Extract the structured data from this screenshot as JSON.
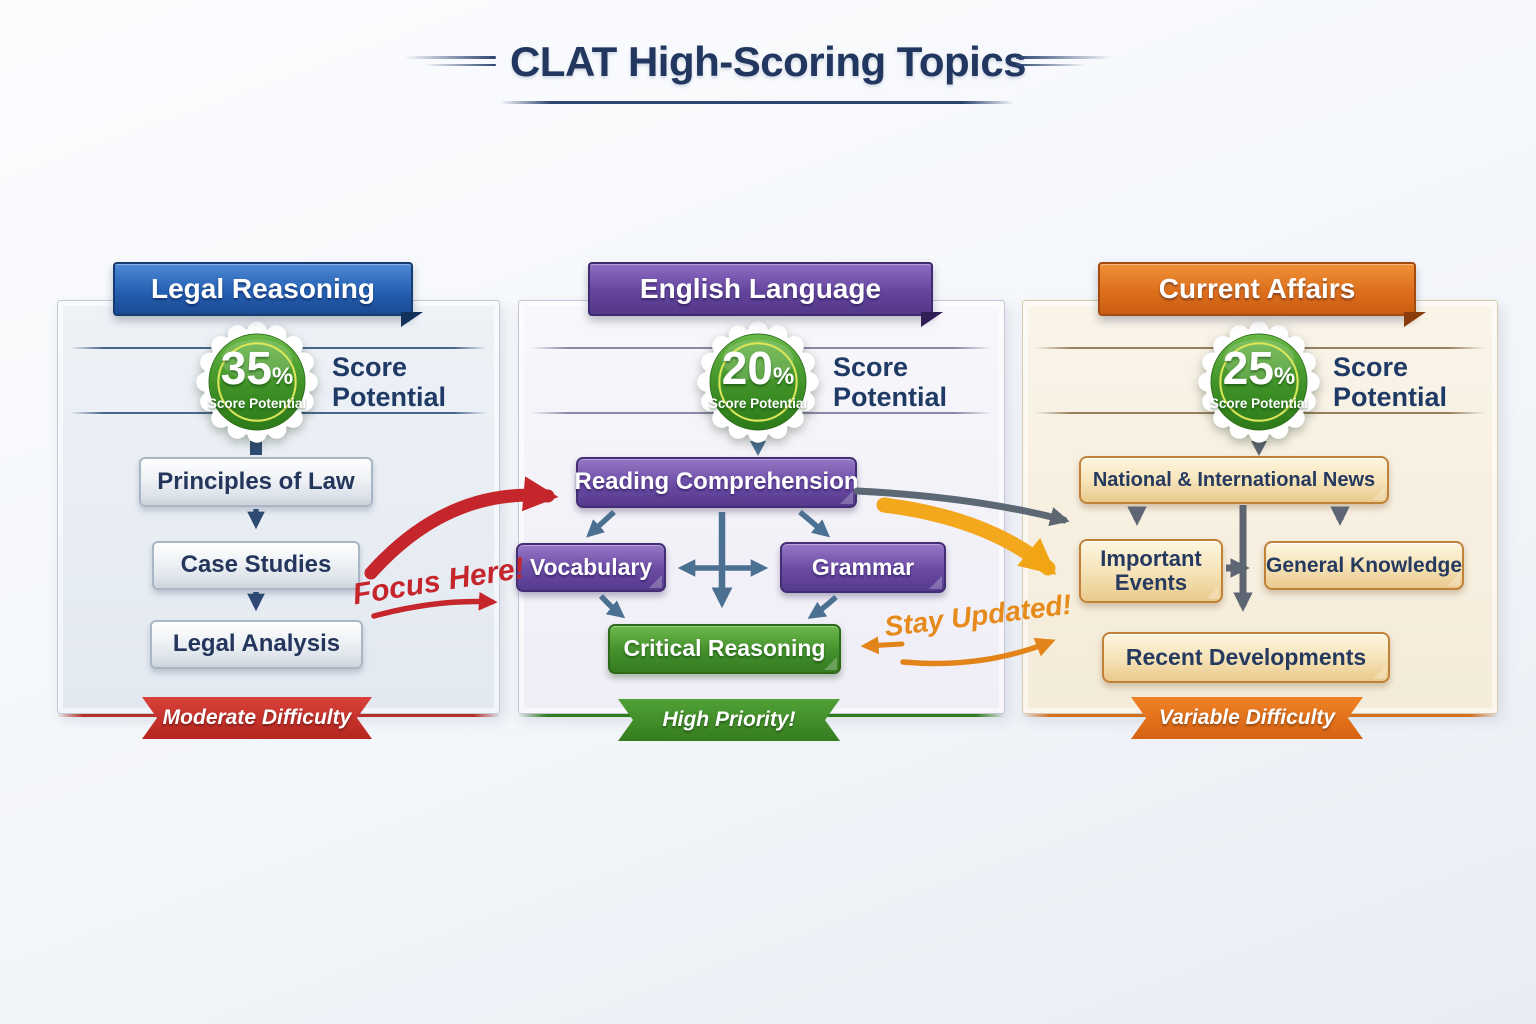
{
  "title": {
    "text": "CLAT High-Scoring Topics"
  },
  "panels": [
    {
      "name": "Legal Reasoning",
      "theme_color": "#1e4f97",
      "score_value": "35",
      "score_suffix": "%",
      "badge_caption": "Score Potential",
      "side_label_1": "Score",
      "side_label_2": "Potential",
      "boxes": [
        "Principles of Law",
        "Case Studies",
        "Legal Analysis"
      ],
      "ribbon": "Moderate Difficulty",
      "ribbon_color": "#c02a24"
    },
    {
      "name": "English Language",
      "theme_color": "#5f4199",
      "score_value": "20",
      "score_suffix": "%",
      "badge_caption": "Score Potential",
      "side_label_1": "Score",
      "side_label_2": "Potential",
      "boxes": [
        "Reading Comprehension",
        "Vocabulary",
        "Grammar",
        "Critical Reasoning"
      ],
      "ribbon": "High Priority!",
      "ribbon_color": "#3c8a26"
    },
    {
      "name": "Current Affairs",
      "theme_color": "#d8691a",
      "score_value": "25",
      "score_suffix": "%",
      "badge_caption": "Score Potential",
      "side_label_1": "Score",
      "side_label_2": "Potential",
      "boxes": [
        "National & International News",
        "Important Events",
        "General Knowledge",
        "Recent Developments"
      ],
      "ribbon": "Variable Difficulty",
      "ribbon_color": "#dd6a14"
    }
  ],
  "annotations": {
    "focus_here": "Focus Here!",
    "stay_updated": "Stay Updated!"
  },
  "accents": {
    "badge_green": "#3e8f27",
    "badge_ring_yellow": "#dbe759",
    "arrow_navy": "#2e4a74",
    "arrow_steel": "#4b7092",
    "arrow_gray": "#5d6672",
    "annotation_red": "#c5262c",
    "annotation_orange": "#e68a1c",
    "title_navy": "#223760"
  }
}
